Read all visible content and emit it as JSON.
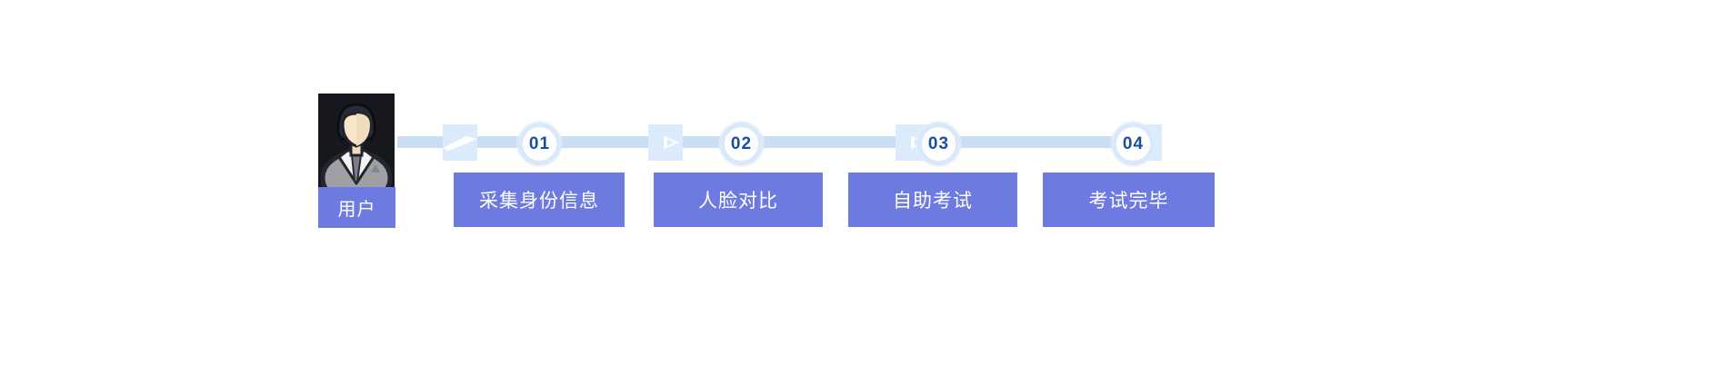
{
  "flow": {
    "user": {
      "label": "用户",
      "icon": "user-avatar"
    },
    "steps": [
      {
        "number": "01",
        "label": "采集身份信息"
      },
      {
        "number": "02",
        "label": "人脸对比"
      },
      {
        "number": "03",
        "label": "自助考试"
      },
      {
        "number": "04",
        "label": "考试完毕"
      }
    ],
    "colors": {
      "box": "#6d7ae0",
      "box_text": "#ffffff",
      "timeline_bar": "#cadef3",
      "marker_square": "#dcebfb",
      "circle_ring": "#d9e8fa",
      "circle_fill": "#ffffff",
      "number_text": "#19509e",
      "avatar_background": "#16181e"
    }
  }
}
